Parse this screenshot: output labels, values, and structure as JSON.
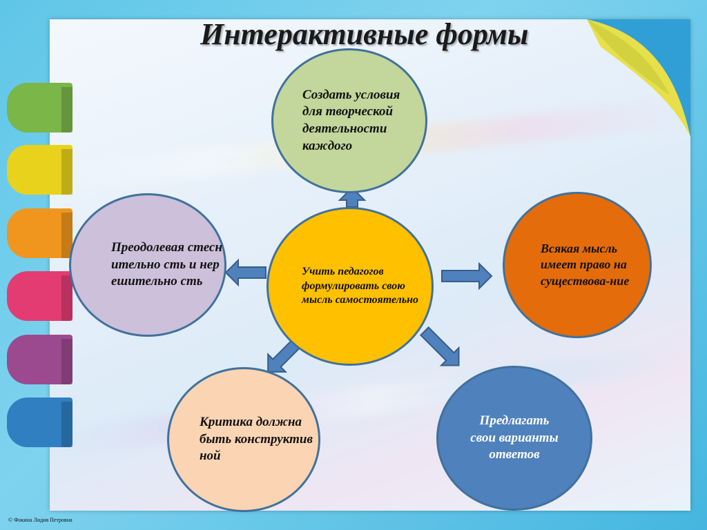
{
  "title": "Интерактивные формы",
  "center": {
    "text": "Учить педагогов формулировать свою мысль самостоятельно",
    "color": "#ffc000"
  },
  "nodes": {
    "top": {
      "text": "Создать условия для творческой деятельности каждого",
      "color": "#c3d69b"
    },
    "left": {
      "text": "Преодолевая стеснительно сть и нерешительно сть",
      "color": "#ccc0da"
    },
    "right": {
      "text": "Всякая мысль имеет право на существова-ние",
      "color": "#e46c0a"
    },
    "bottom_left": {
      "text": "Критика должна быть конструктив ной",
      "color": "#fbd4b4"
    },
    "bottom_right": {
      "text": "Предлагать свои варианты ответов",
      "color": "#4f81bd"
    }
  },
  "arrow_color": "#4f81bd",
  "tab_colors": [
    "#7ab648",
    "#e8d21b",
    "#f0961e",
    "#e23c73",
    "#9b4a8f",
    "#2f7fc1"
  ],
  "copyright": "© Фокина Лидия Петровна"
}
